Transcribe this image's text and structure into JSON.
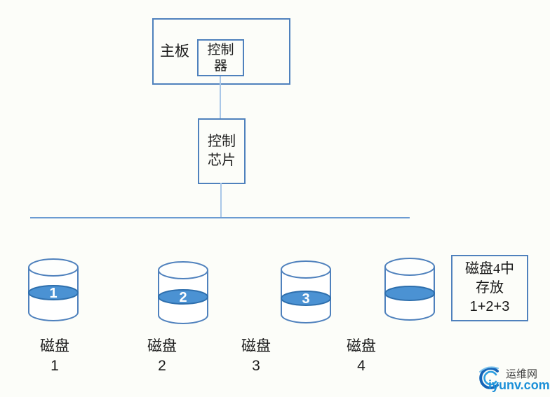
{
  "motherboard": {
    "label": "主板"
  },
  "controller": {
    "line1": "控制",
    "line2": "器"
  },
  "chip": {
    "line1": "控制",
    "line2": "芯片"
  },
  "disks": [
    {
      "band_label": "1",
      "name": "磁盘",
      "number": "1"
    },
    {
      "band_label": "2",
      "name": "磁盘",
      "number": "2"
    },
    {
      "band_label": "3",
      "name": "磁盘",
      "number": "3"
    },
    {
      "band_label": "",
      "name": "磁盘",
      "number": "4"
    }
  ],
  "info_box": {
    "line1": "磁盘4中",
    "line2": "存放",
    "line3": "1+2+3"
  },
  "watermark": {
    "site_name": "运维网",
    "site_url": "iyunv.com"
  },
  "colors": {
    "box_border": "#4f81bd",
    "cylinder_stroke": "#4f81bd",
    "band_fill": "#4b92d3",
    "band_stroke": "#2e6fad",
    "bus_line": "#6b9bd2",
    "connector_line": "#a9c7e8",
    "watermark_blue": "#1b8fd8",
    "background": "#fcfdf9"
  }
}
